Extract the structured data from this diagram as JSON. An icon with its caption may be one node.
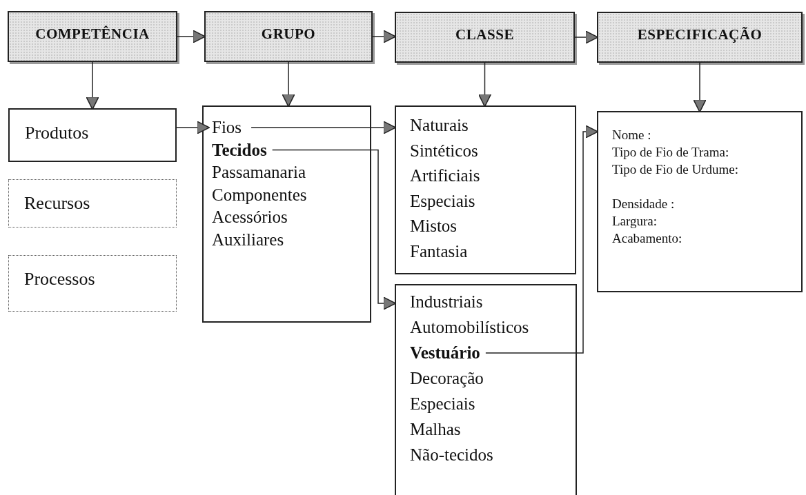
{
  "diagram": {
    "nodes": [
      {
        "text": [
          "COMPETÊNCIA"
        ]
      },
      {
        "text": [
          "GRUPO"
        ]
      },
      {
        "text": [
          "CLASSE"
        ]
      },
      {
        "text": [
          "ESPECIFICAÇÃO"
        ]
      },
      {
        "text": [
          "Produtos"
        ]
      },
      {
        "text": [
          "Recursos"
        ]
      },
      {
        "text": [
          "Processos"
        ]
      },
      {
        "text": [],
        "shape": "box"
      },
      {
        "text": [
          "Fios"
        ],
        "in": 7
      },
      {
        "text": [
          "Tecidos"
        ],
        "in": 7
      },
      {
        "text": [
          "Passamanaria"
        ],
        "in": 7
      },
      {
        "text": [
          "Componentes"
        ],
        "in": 7
      },
      {
        "text": [
          "Acessórios"
        ],
        "in": 7
      },
      {
        "text": [
          "Auxiliares"
        ],
        "in": 7
      },
      {
        "text": [],
        "shape": "box"
      },
      {
        "text": [
          "Naturais"
        ],
        "in": 14
      },
      {
        "text": [
          "Sintéticos"
        ],
        "in": 14
      },
      {
        "text": [
          "Artificiais"
        ],
        "in": 14
      },
      {
        "text": [
          "Especiais"
        ],
        "in": 14
      },
      {
        "text": [
          "Mistos"
        ],
        "in": 14
      },
      {
        "text": [
          "Fantasia"
        ],
        "in": 14
      },
      {
        "text": [],
        "shape": "box"
      },
      {
        "text": [
          "Industriais"
        ],
        "in": 21
      },
      {
        "text": [
          "Automobilísticos"
        ],
        "in": 21
      },
      {
        "text": [
          "Vestuário"
        ],
        "in": 21
      },
      {
        "text": [
          "Decoração"
        ],
        "in": 21
      },
      {
        "text": [
          "Especiais"
        ],
        "in": 21
      },
      {
        "text": [
          "Malhas"
        ],
        "in": 21
      },
      {
        "text": [
          "Não-tecidos"
        ],
        "in": 21
      },
      {
        "text": [
          "Nome :",
          "Tipo de Fio de Trama:",
          "Tipo de Fio de Urdume:",
          "Densidade :",
          "Largura:",
          "Acabamento:"
        ]
      }
    ],
    "edges": [
      {
        "from": 0,
        "to": 1,
        "arrow": "to"
      },
      {
        "from": 1,
        "to": 2,
        "arrow": "to"
      },
      {
        "from": 2,
        "to": 3,
        "arrow": "to"
      },
      {
        "from": 0,
        "to": 4,
        "arrow": "to"
      },
      {
        "from": 1,
        "to": 7,
        "arrow": "to"
      },
      {
        "from": 2,
        "to": 14,
        "arrow": "to"
      },
      {
        "from": 3,
        "to": 29,
        "arrow": "to"
      },
      {
        "from": 4,
        "to": 8,
        "arrow": "to"
      },
      {
        "from": 8,
        "to": 14,
        "arrow": "to"
      },
      {
        "from": 9,
        "to": 21,
        "arrow": "to"
      },
      {
        "from": 24,
        "to": 29,
        "arrow": "to"
      }
    ]
  }
}
